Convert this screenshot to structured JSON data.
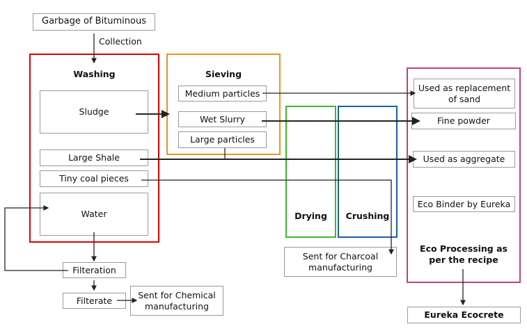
{
  "colors": {
    "washing": "#e00000",
    "sieving": "#f0921e",
    "drying": "#3cb82a",
    "crushing": "#1a5ea8",
    "eco": "#c0407f",
    "box_border": "#9a9a9a",
    "arrow": "#222222"
  },
  "nodes": {
    "garbage": "Garbage of Bituminous",
    "collection": "Collection",
    "washing_title": "Washing",
    "sludge": "Sludge",
    "large_shale": "Large Shale",
    "tiny_coal": "Tiny coal pieces",
    "water": "Water",
    "sieving_title": "Sieving",
    "medium_particles": "Medium particles",
    "wet_slurry": "Wet Slurry",
    "large_particles": "Large particles",
    "drying": "Drying",
    "crushing": "Crushing",
    "charcoal": "Sent for Charcoal manufacturing",
    "filteration": "Filteration",
    "filterate": "Filterate",
    "chemical": "Sent for Chemical manufacturing",
    "replacement_sand": "Used as replacement of sand",
    "fine_powder": "Fine powder",
    "aggregate": "Used as aggregate",
    "eco_binder": "Eco Binder by Eureka",
    "eco_processing": "Eco Processing as per the recipe",
    "ecocrete": "Eureka Ecocrete"
  },
  "edges": [
    {
      "from": "Garbage of Bituminous",
      "to": "Washing",
      "label": "Collection"
    },
    {
      "from": "Sludge",
      "to": "Sieving"
    },
    {
      "from": "Medium particles",
      "to": "Used as replacement of sand"
    },
    {
      "from": "Wet Slurry",
      "to": "Fine powder"
    },
    {
      "from": "Large Shale",
      "to": "Used as aggregate"
    },
    {
      "from": "Large particles",
      "to": "Used as aggregate"
    },
    {
      "from": "Tiny coal pieces",
      "to": "Sent for Charcoal manufacturing"
    },
    {
      "from": "Water",
      "to": "Filteration"
    },
    {
      "from": "Filteration",
      "to": "Water"
    },
    {
      "from": "Filteration",
      "to": "Filterate"
    },
    {
      "from": "Filterate",
      "to": "Sent for Chemical manufacturing"
    },
    {
      "from": "Eco Processing as per the recipe",
      "to": "Eureka Ecocrete"
    }
  ]
}
